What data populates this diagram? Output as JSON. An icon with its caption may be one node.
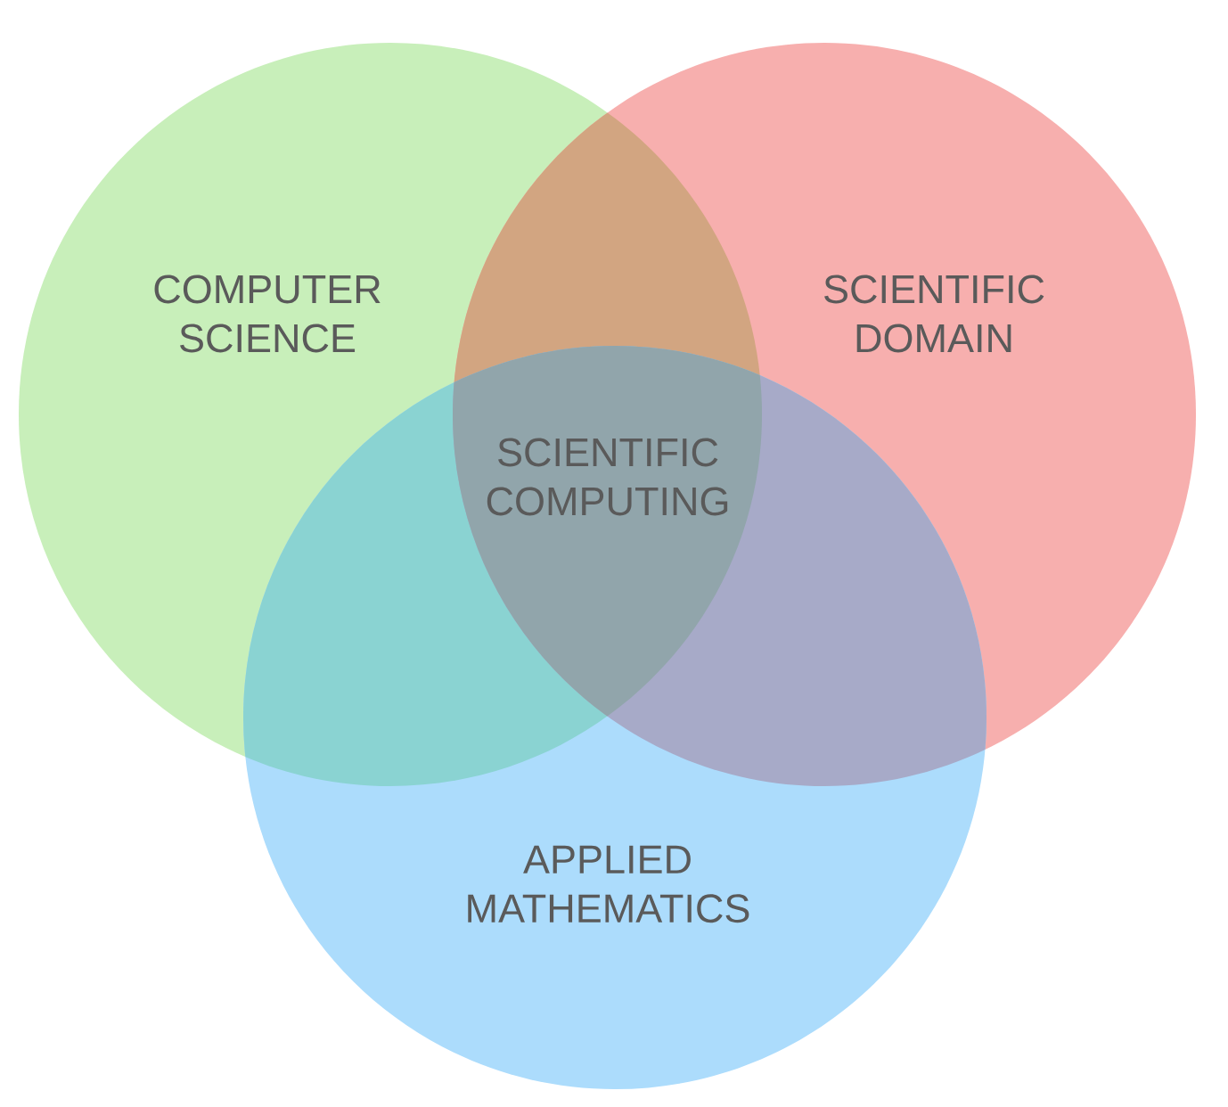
{
  "diagram": {
    "nodes": [
      {
        "text": [
          "COMPUTER SCIENCE"
        ]
      },
      {
        "text": [
          "SCIENTIFIC DOMAIN"
        ]
      },
      {
        "text": [
          "APPLIED MATHEMATICS"
        ]
      }
    ],
    "labels": [
      "SCIENTIFIC COMPUTING"
    ]
  }
}
